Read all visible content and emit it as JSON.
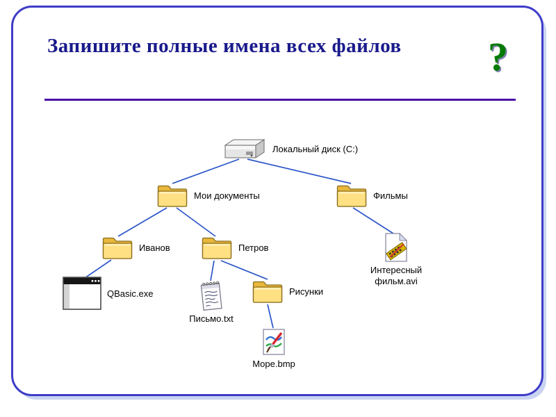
{
  "slide": {
    "title": "Запишите полные имена всех файлов",
    "question_mark": "?"
  },
  "colors": {
    "title_text": "#1a1a8c",
    "underline": "#4a12a8",
    "question_mark": "#007b00",
    "connector": "#2b55c8",
    "frame_border": "#3d3cc8",
    "folder_fill": "#ffe082"
  },
  "tree": {
    "nodes": [
      {
        "id": "disk",
        "icon": "hard-disk",
        "label": "Локальный диск (C:)"
      },
      {
        "id": "my-documents",
        "icon": "folder",
        "label": "Мои документы"
      },
      {
        "id": "films",
        "icon": "folder",
        "label": "Фильмы"
      },
      {
        "id": "ivanov",
        "icon": "folder",
        "label": "Иванов"
      },
      {
        "id": "petrov",
        "icon": "folder",
        "label": "Петров"
      },
      {
        "id": "film-avi",
        "icon": "video-file",
        "label": "Интересный фильм.avi"
      },
      {
        "id": "qbasic",
        "icon": "app-window",
        "label": "QBasic.exe"
      },
      {
        "id": "letter",
        "icon": "notepad",
        "label": "Письмо.txt"
      },
      {
        "id": "pictures",
        "icon": "folder",
        "label": "Рисунки"
      },
      {
        "id": "sea",
        "icon": "paint-image",
        "label": "Море.bmp"
      }
    ],
    "edges": [
      [
        "disk",
        "my-documents"
      ],
      [
        "disk",
        "films"
      ],
      [
        "my-documents",
        "ivanov"
      ],
      [
        "my-documents",
        "petrov"
      ],
      [
        "films",
        "film-avi"
      ],
      [
        "ivanov",
        "qbasic"
      ],
      [
        "petrov",
        "letter"
      ],
      [
        "petrov",
        "pictures"
      ],
      [
        "pictures",
        "sea"
      ]
    ]
  }
}
